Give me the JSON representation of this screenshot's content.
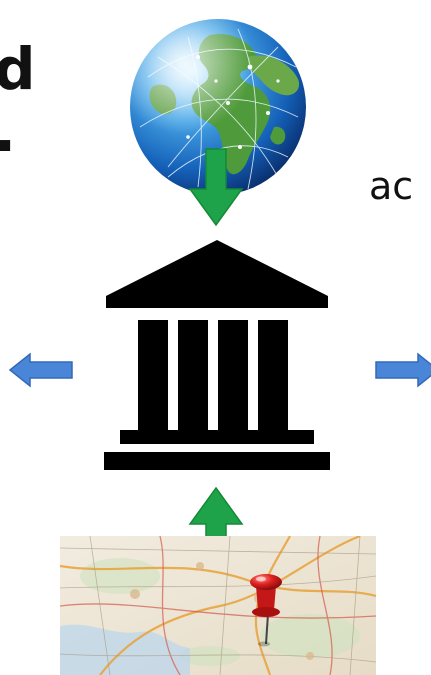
{
  "fragments": {
    "left_top": "d",
    "left_bottom": ".",
    "right": "ac"
  },
  "nodes": {
    "globe": {
      "icon": "globe-icon"
    },
    "institution": {
      "icon": "bank-building-icon"
    },
    "map": {
      "icon": "map-with-pin-icon"
    }
  },
  "arrows": [
    {
      "name": "arrow-down-from-globe",
      "direction": "down"
    },
    {
      "name": "arrow-up-from-map",
      "direction": "up"
    },
    {
      "name": "arrow-left",
      "direction": "left"
    },
    {
      "name": "arrow-right",
      "direction": "right"
    }
  ],
  "colors": {
    "green_arrow": "#1fa34a",
    "blue_arrow": "#4a86d8",
    "building": "#000000",
    "pin": "#e02020"
  }
}
